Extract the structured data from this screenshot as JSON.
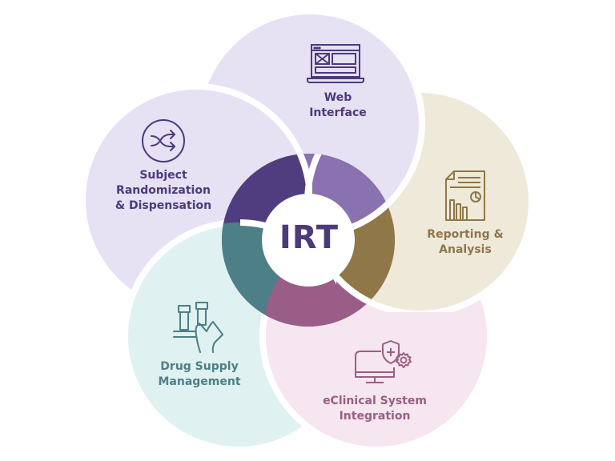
{
  "center": {
    "label": "IRT",
    "color": "#4d3a7c"
  },
  "petals": [
    {
      "id": "web",
      "label": "Web\nInterface",
      "icon": "laptop-wireframe-icon",
      "fill": "#e6e1f3",
      "accent": "#8a72b0",
      "text_color": "#4d3a7c"
    },
    {
      "id": "reporting",
      "label": "Reporting &\nAnalysis",
      "icon": "report-chart-document-icon",
      "fill": "#efe9da",
      "accent": "#8f7748",
      "text_color": "#8f7748"
    },
    {
      "id": "eclinical",
      "label": "eClinical System\nIntegration",
      "icon": "monitor-shield-gear-icon",
      "fill": "#f5e6ef",
      "accent": "#a05e88",
      "text_color": "#9a5f84"
    },
    {
      "id": "drug",
      "label": "Drug Supply\nManagement",
      "icon": "hand-holding-vials-icon",
      "fill": "#e0f1f1",
      "accent": "#4d7f86",
      "text_color": "#4d7f86"
    },
    {
      "id": "subject",
      "label": "Subject\nRandomization\n& Dispensation",
      "icon": "shuffle-circle-icon",
      "fill": "#e6e1f3",
      "accent": "#503d80",
      "text_color": "#4d3a7c"
    }
  ]
}
